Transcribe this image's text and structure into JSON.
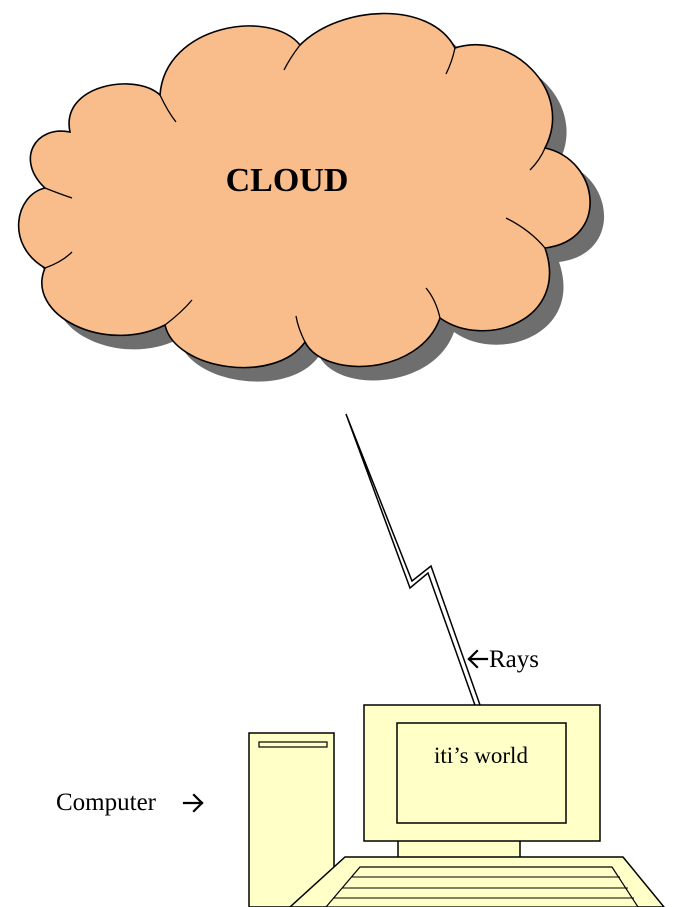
{
  "diagram": {
    "cloud": {
      "label": "CLOUD",
      "fill": "#f9bd8b",
      "shadow": "#6e6e6e"
    },
    "connection": {
      "label": "Rays",
      "arrow": "left-arrow-icon"
    },
    "computer": {
      "label": "Computer",
      "arrow": "right-arrow-icon",
      "screen_text": "iti’s world",
      "fill": "#ffffc8"
    }
  }
}
